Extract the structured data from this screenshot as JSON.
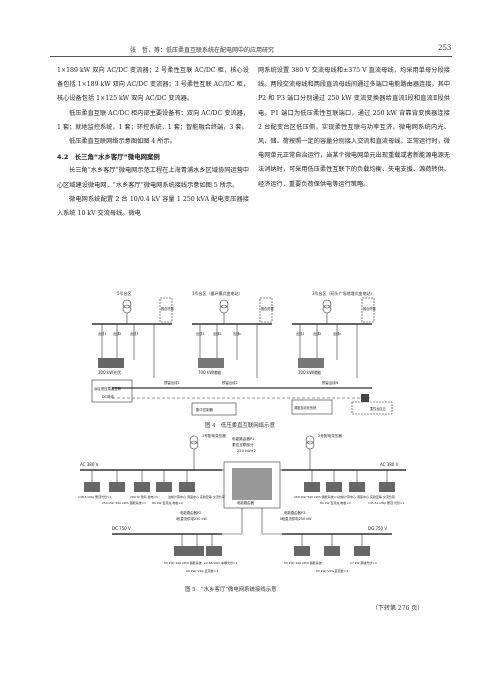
{
  "header": {
    "running_title": "张　哲，等：低压柔直互联系统在配电网中的应用研究",
    "page_number": "253"
  },
  "left_column": {
    "p1": "1×189 kW 双向 AC/DC 变流器；2 号柔性互联 AC/DC 柜，核心设备包括 1×189 kW 双向 AC/DC 变流器；3 号柔性互联 AC/DC 柜，核心设备包括 1×125 kW 双向 AC/DC 变流器。",
    "p2": "低压柔直互联 AC/DC 柜内部主要设备有：双向 AC/DC 变流器，1 套；就地监控系统，1 套；环控系统，1 套；智能融合终端，3 套。",
    "p3": "低压柔直互联网络示意图如图 4 所示。",
    "heading": "4.2　长三角“水乡客厅”微电网案例",
    "p4": "长三角“水乡客厅”微电网示范工程在上海青浦水乡区域协同运营中心区域建设微电网，“水乡客厅”微电网系统接线示意如图 5 所示。",
    "p5": "微电网系统配置 2 台 10/0.4 kV 容量 1 250 kVA 配电变压器接入系统 10 kV 交流母线。微电"
  },
  "right_column": {
    "p1": "网系统设置 380 V 交流母线和±375 V 直流母线，均采用单母分段接线。两段交流母线和两段直流母线间通过多端口电能路由器连接，其中 P2 和 P3 端口分别通过 250 kW 变流变换器给直流Ⅰ段和直流Ⅱ段供电，P1 端口为低压柔性互联端口，通过 250 kW 背靠背变换器连接 2 台配变台区低压侧，实现柔性互联与功率互济。微电网系统内光、风、储、荷按照一定的容量分别接入交流和直流母线。正常运行时，微电网单元正常自治运行，当某个微电网单元出现重载或者新能源电源无法消纳时，可采用低压柔性互联下的负载均衡、失电支援、源荷转供、经济运行，重要负荷保供电等运行策略。"
  },
  "figure4": {
    "caption": "图 4　低压柔直互联网络示意",
    "labels": {
      "station_left": "5号台区",
      "station_mid": "1号台区（循环模式变电站）",
      "station_right": "3号台区（码头广场地埋式变电站）",
      "fusion": "融合终端",
      "feeders": [
        "出线1",
        "出线2",
        "出线3",
        "出线1",
        "出线2",
        "出线n",
        "出线1",
        "出线2",
        "出线n"
      ],
      "pv1": "300 kW光伏",
      "pv2": "700 kW储能",
      "pv3": "100 kW储能",
      "ac_dc": "预留出线1",
      "ac_dc2": "预留出线2",
      "ac_dc_n": "预留出线N",
      "interconnect": "台区低压柔直互联",
      "dc_bus": "DC母线",
      "ctrl": "集中控制器",
      "dispatch": "调度自动化系统",
      "other_area": "柔性台区云"
    }
  },
  "figure5": {
    "caption": "图 5　“水乡客厅”微电网系统接线示意",
    "labels": {
      "tf1": "1号配电变压器",
      "tf2": "2号配电变压器",
      "router_title": "电能路由器P1:",
      "router_sub": "柔性互联部分",
      "router_cap": "250 kW×2",
      "router_box": "电能路由器",
      "ac_left": "AC 380 V",
      "ac_right": "AC 380 V",
      "dc_left": "DC 750 V",
      "dc_right": "DG 750 V",
      "ac_loads_left": [
        "148.5 kWp 屋顶光伏×1",
        "250 kW/ 500 kWh 储能系统×1",
        "200 W 微风 发电×5",
        "60 kW 直流充 电桩×2",
        "边缘计算中心 调度中心 实验室等 交流负荷"
      ],
      "ac_loads_right": [
        "250 kW/ 500 kWh 储能系统×1",
        "60 kW 直流充 电桩×2",
        "边缘计算中心 调度中心 实验室等 交流负荷",
        "135.54 kWp 屋顶 光伏×1"
      ],
      "p2": "电能路由器P2：",
      "p2b": "Ⅰ段直流供电250 kW",
      "p3": "电能路由器P3：",
      "p3b": "Ⅱ段直流供电250 kW",
      "dc_loads_left": [
        "50 kW/ 100 kWh 储能系统",
        "60 kW/ V2G 直流桩×4",
        "22.68 kWp 车棚光伏×1"
      ],
      "dc_loads_right": [
        "50 kW/ 100 kWh 储能系统",
        "60 kW/ V2G 直流桩×4",
        "27 kW 幕墙光伏×1"
      ]
    }
  },
  "footer": {
    "continued": "（下转第 276 页）"
  }
}
